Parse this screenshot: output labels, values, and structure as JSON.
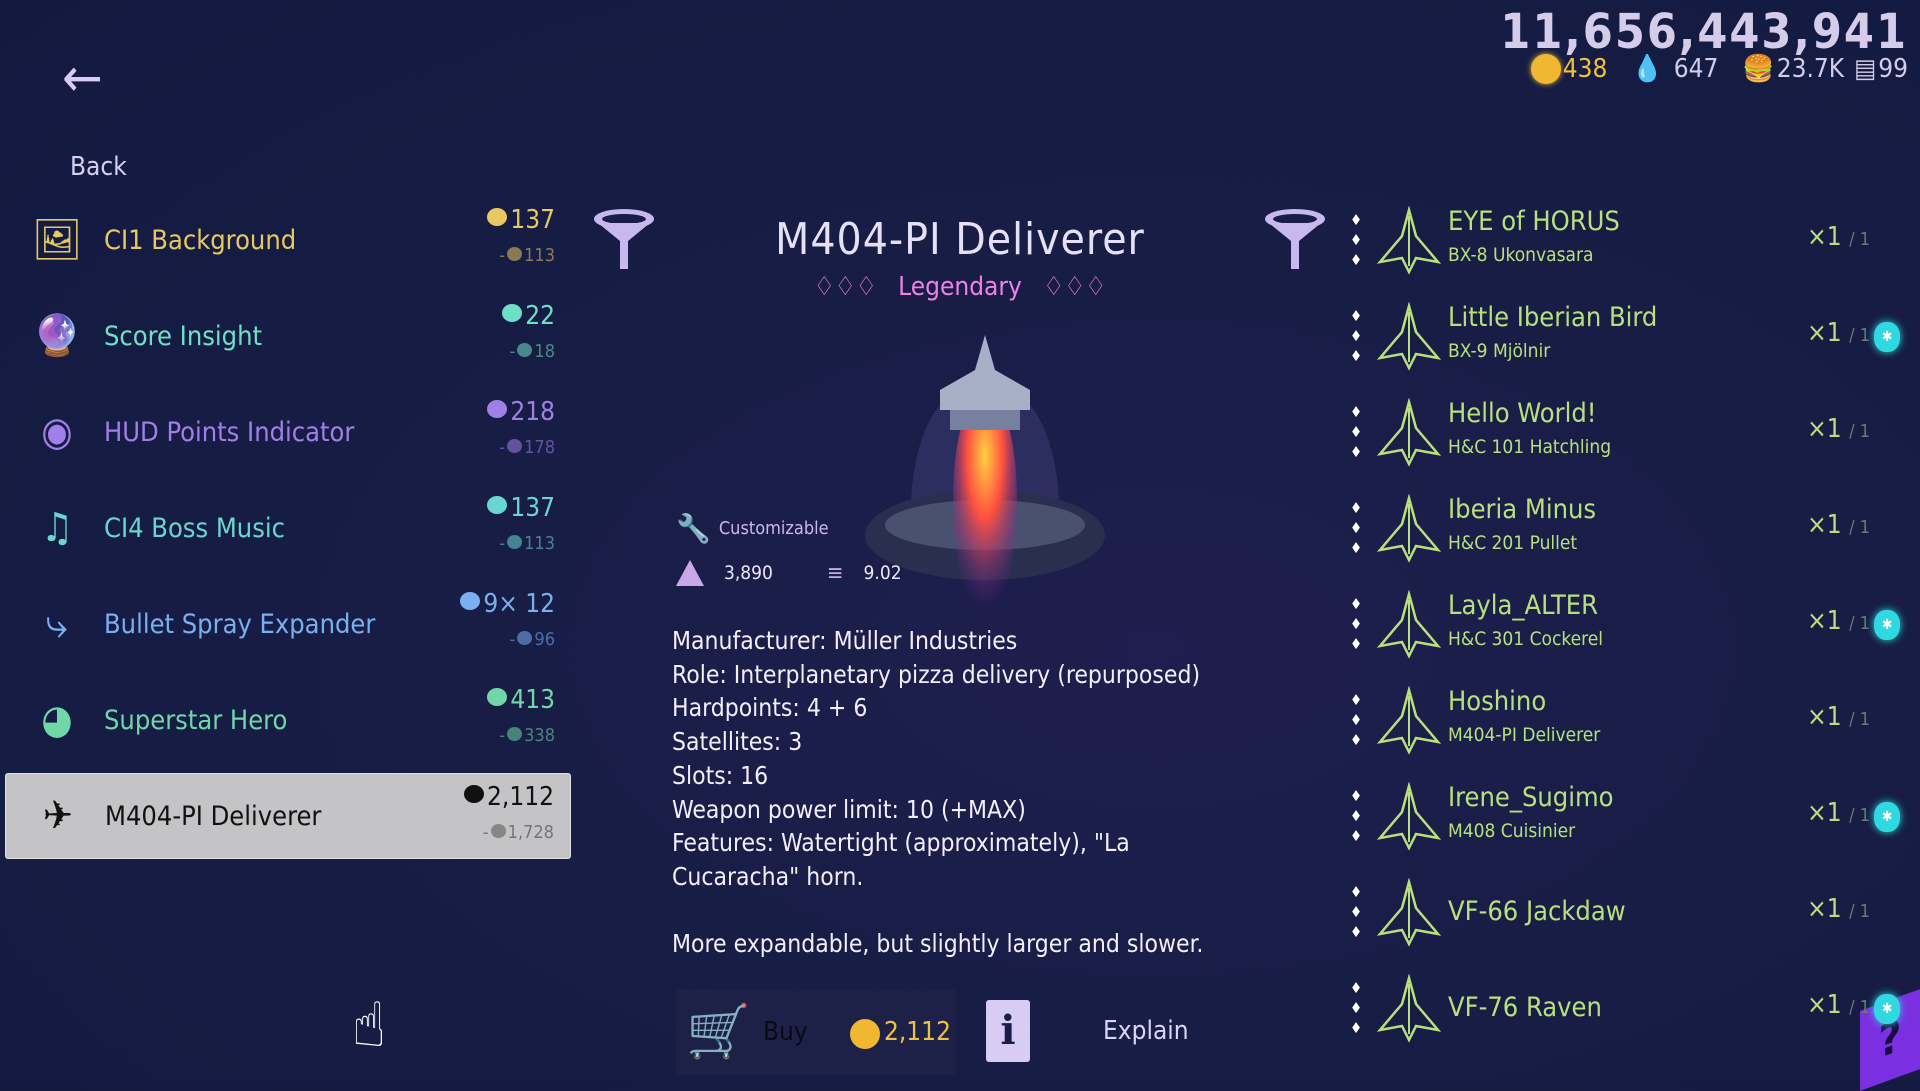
{
  "header": {
    "back_label": "Back",
    "score": "11,656,443,941",
    "keys": "438",
    "drops": "647",
    "burgers": "23.7K",
    "stacks": "99"
  },
  "shop_items": [
    {
      "label": "CI1 Background",
      "price": "137",
      "discount": "113",
      "color": "#e8c860",
      "icon": "picture-easel-icon"
    },
    {
      "label": "Score Insight",
      "price": "22",
      "discount": "18",
      "color": "#6fe0c8",
      "icon": "crystal-ball-icon"
    },
    {
      "label": "HUD Points Indicator",
      "price": "218",
      "discount": "178",
      "color": "#a080e8",
      "icon": "hud-icon"
    },
    {
      "label": "CI4 Boss Music",
      "price": "137",
      "discount": "113",
      "color": "#6ad6d0",
      "icon": "music-notes-icon"
    },
    {
      "label": "Bullet Spray Expander",
      "price": "9× 12",
      "discount": "96",
      "color": "#78b0f0",
      "icon": "spread-icon"
    },
    {
      "label": "Superstar Hero",
      "price": "413",
      "discount": "338",
      "color": "#70d8a8",
      "icon": "gauge-icon"
    },
    {
      "label": "M404-PI Deliverer",
      "price": "2,112",
      "discount": "1,728",
      "color": "#111111",
      "icon": "ship-icon",
      "selected": true
    }
  ],
  "detail": {
    "title": "M404-PI Deliverer",
    "rarity": "Legendary",
    "customizable": "Customizable",
    "weight": "3,890",
    "speed": "9.02",
    "lines": [
      "Manufacturer: Müller Industries",
      "Role: Interplanetary pizza delivery (repurposed)",
      "Hardpoints: 4 + 6",
      "Satellites: 3",
      "Slots: 16",
      "Weapon power limit: 10 (+MAX)",
      "Features: Watertight (approximately), \"La Cucaracha\" horn."
    ],
    "tagline": "More expandable, but slightly larger and slower.",
    "buy_label": "Buy",
    "buy_price": "2,112",
    "explain_label": "Explain"
  },
  "owned_ships": [
    {
      "name": "EYE of HORUS",
      "model": "BX-8 Ukonvasara",
      "count": "×1",
      "max": "/ 1",
      "badge": false
    },
    {
      "name": "Little Iberian Bird",
      "model": "BX-9 Mjölnir",
      "count": "×1",
      "max": "/ 1",
      "badge": true
    },
    {
      "name": "Hello World!",
      "model": "H&C 101 Hatchling",
      "count": "×1",
      "max": "/ 1",
      "badge": false
    },
    {
      "name": "Iberia Minus",
      "model": "H&C 201 Pullet",
      "count": "×1",
      "max": "/ 1",
      "badge": false
    },
    {
      "name": "Layla_ALTER",
      "model": "H&C 301 Cockerel",
      "count": "×1",
      "max": "/ 1",
      "badge": true
    },
    {
      "name": "Hoshino",
      "model": "M404-PI Deliverer",
      "count": "×1",
      "max": "/ 1",
      "badge": false
    },
    {
      "name": "Irene_Sugimo",
      "model": "M408 Cuisinier",
      "count": "×1",
      "max": "/ 1",
      "badge": true
    },
    {
      "name": "VF-66 Jackdaw",
      "model": "",
      "count": "×1",
      "max": "/ 1",
      "badge": false
    },
    {
      "name": "VF-76 Raven",
      "model": "",
      "count": "×1",
      "max": "/ 1",
      "badge": true
    }
  ]
}
